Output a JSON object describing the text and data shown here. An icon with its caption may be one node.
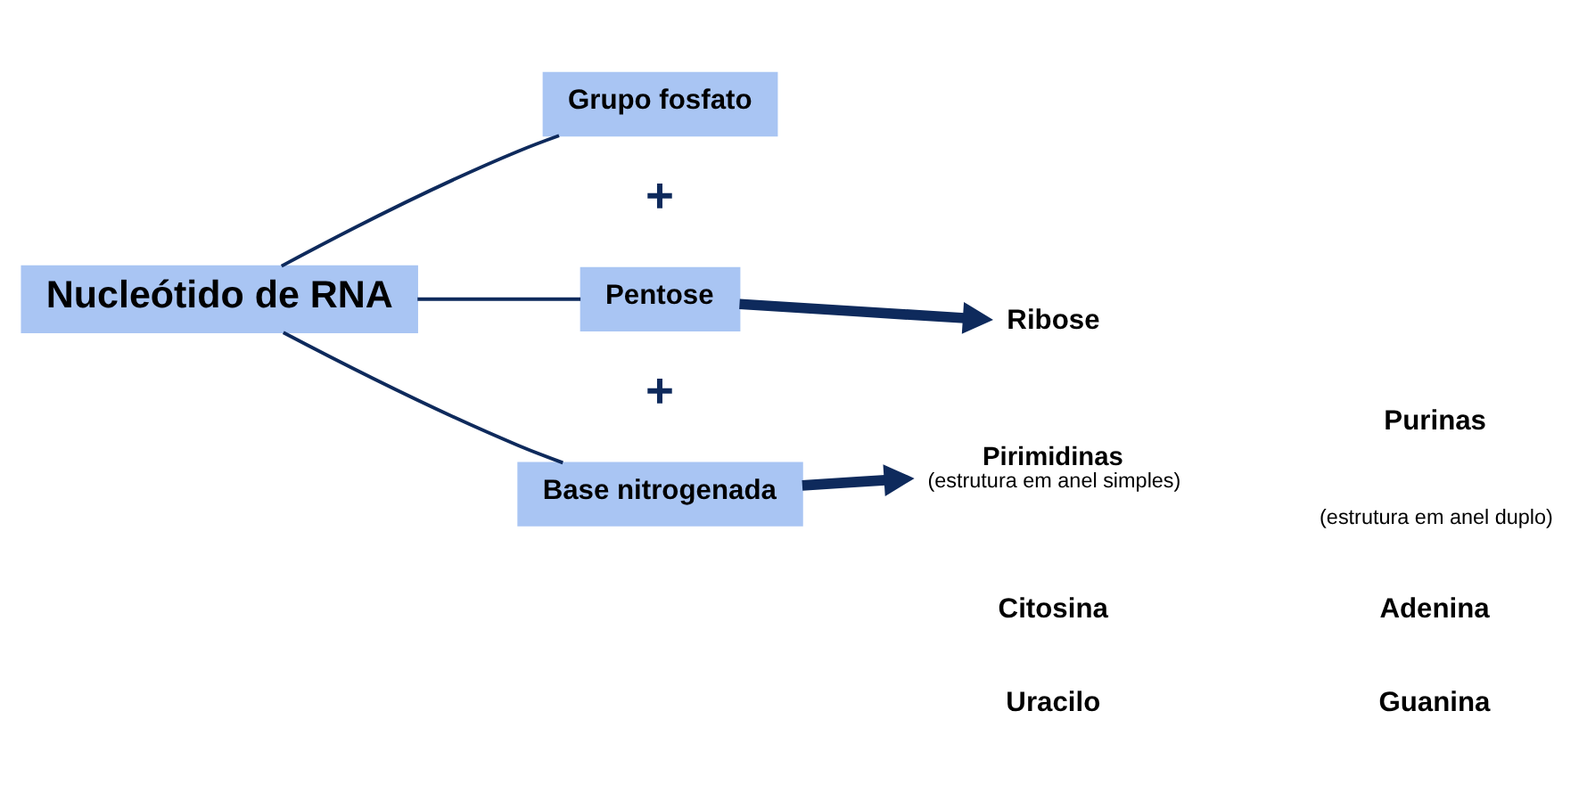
{
  "diagram": {
    "nodes": [
      {
        "text": [
          "Nucleótido de RNA"
        ]
      },
      {
        "text": [
          "Grupo fosfato"
        ]
      },
      {
        "text": [
          "Pentose"
        ]
      },
      {
        "text": [
          "Base nitrogenada"
        ]
      },
      {
        "text": [
          "Ribose"
        ]
      },
      {
        "text": [
          "Pirimidinas",
          "(estrutura em anel simples)"
        ]
      }
    ],
    "edges": [
      {
        "from": 0,
        "to": 1,
        "arrow": "none"
      },
      {
        "from": 0,
        "to": 2,
        "arrow": "none"
      },
      {
        "from": 0,
        "to": 3,
        "arrow": "none"
      },
      {
        "from": 2,
        "to": 4,
        "arrow": "to",
        "style": "thick"
      },
      {
        "from": 3,
        "to": 5,
        "arrow": "to",
        "style": "thick"
      }
    ],
    "labels": [
      "+",
      "+",
      "Purinas",
      "(estrutura em anel duplo)",
      "Citosina",
      "Adenina",
      "Uracilo",
      "Guanina"
    ]
  }
}
